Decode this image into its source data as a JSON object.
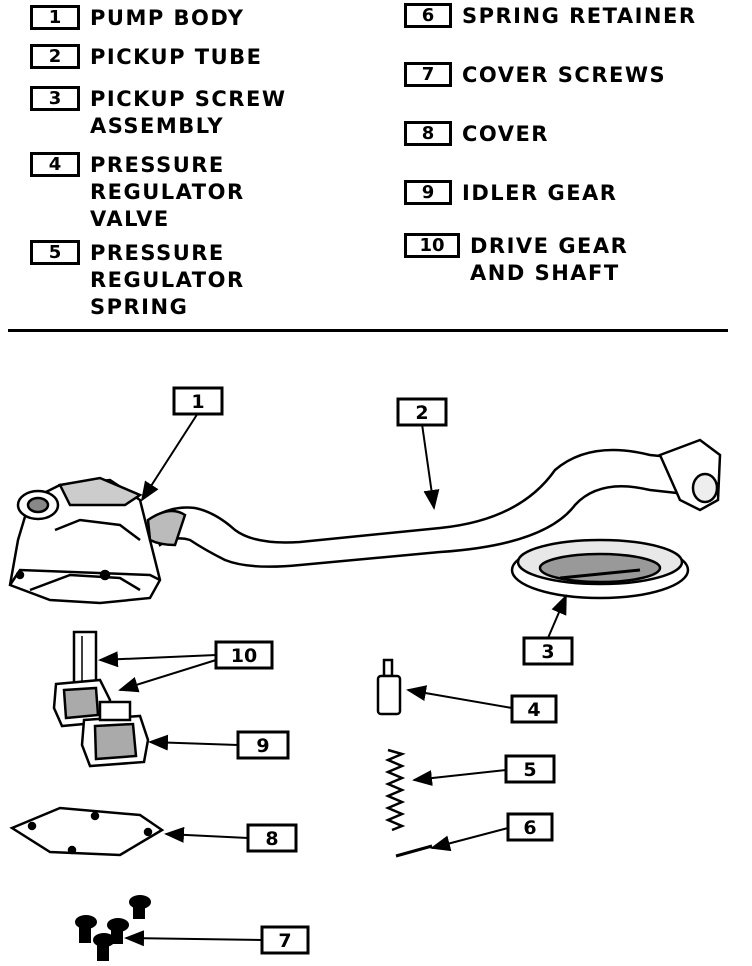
{
  "legend": [
    {
      "num": "1",
      "label": "PUMP BODY"
    },
    {
      "num": "2",
      "label": "PICKUP TUBE"
    },
    {
      "num": "3",
      "label": "PICKUP SCREW\nASSEMBLY"
    },
    {
      "num": "4",
      "label": "PRESSURE\nREGULATOR\nVALVE"
    },
    {
      "num": "5",
      "label": "PRESSURE\nREGULATOR\nSPRING"
    },
    {
      "num": "6",
      "label": "SPRING RETAINER"
    },
    {
      "num": "7",
      "label": "COVER SCREWS"
    },
    {
      "num": "8",
      "label": "COVER"
    },
    {
      "num": "9",
      "label": "IDLER GEAR"
    },
    {
      "num": "10",
      "label": "DRIVE GEAR\nAND SHAFT"
    }
  ],
  "callouts": {
    "c1": "1",
    "c2": "2",
    "c3": "3",
    "c4": "4",
    "c5": "5",
    "c6": "6",
    "c7": "7",
    "c8": "8",
    "c9": "9",
    "c10": "10"
  },
  "colors": {
    "ink": "#000000",
    "paper": "#ffffff",
    "shade": "#8a8a8a"
  }
}
